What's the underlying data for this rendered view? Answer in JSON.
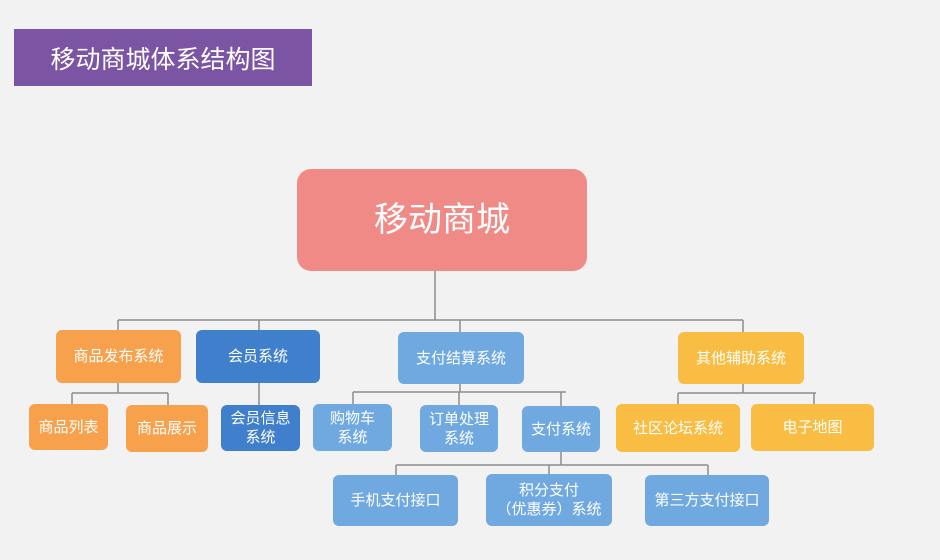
{
  "header": {
    "title": "移动商城体系结构图"
  },
  "diagram": {
    "root": "移动商城",
    "modules": {
      "product_publish": "商品发布系统",
      "member": "会员系统",
      "payment_settlement": "支付结算系统",
      "other_aux": "其他辅助系统"
    },
    "submodules": {
      "product_list": "商品列表",
      "product_display": "商品展示",
      "member_info": "会员信息\n系统",
      "cart": "购物车\n系统",
      "order": "订单处理\n系统",
      "pay": "支付系统",
      "forum": "社区论坛系统",
      "map": "电子地图"
    },
    "pay_children": {
      "mobile_pay": "手机支付接口",
      "points_pay": "积分支付\n（优惠券）系统",
      "third_party": "第三方支付接口"
    }
  },
  "colors": {
    "title_bg": "#7b54a3",
    "root": "#f08a87",
    "orange": "#f7a14d",
    "navy": "#3f7fcb",
    "blue": "#6fa9e0",
    "yellow": "#f8bd42",
    "connector": "#8c8c8c"
  }
}
